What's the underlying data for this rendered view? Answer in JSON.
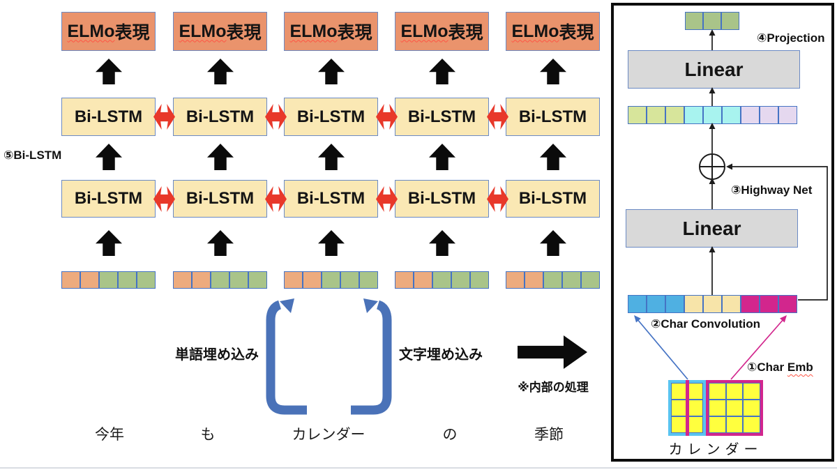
{
  "labels": {
    "elmo_en": "ELMo",
    "elmo_ja": "表現",
    "bilstm": "Bi-LSTM",
    "bilstm_stack": "⑤Bi-LSTM",
    "word_embedding": "単語埋め込み",
    "char_embedding": "文字埋め込み",
    "internal_process": "※内部の処理",
    "linear": "Linear",
    "projection": "④Projection",
    "highway": "③Highway Net",
    "char_convolution": "②Char Convolution",
    "char_emb_prefix": "①Char ",
    "char_emb_word": "Emb",
    "panel_word": "カレンダー"
  },
  "sentence": [
    "今年",
    "も",
    "カレンダー",
    "の",
    "季節"
  ],
  "colors": {
    "orange": "#EDAB7E",
    "green": "#A9C489",
    "yellowgreen": "#D7E59B",
    "cyan": "#A8F3EF",
    "lavender": "#E5D8EF",
    "blue": "#4FB0E2",
    "cream": "#F7E4A9",
    "magenta": "#D2268D",
    "yellow": "#FFFF3E",
    "elmo_fill": "#EA936C",
    "bilstm_fill": "#FAE8B4",
    "linear_fill": "#D9D9D9",
    "red_arrow": "#E8382A",
    "bracket_blue": "#4A72B8",
    "box_border": "#6B8AC4",
    "grid_blue_border": "#59C4F1"
  },
  "strips": {
    "word": [
      "orange",
      "orange",
      "green",
      "green",
      "green"
    ],
    "projection": [
      "green",
      "green",
      "green"
    ],
    "highway": [
      "yellowgreen",
      "yellowgreen",
      "yellowgreen",
      "cyan",
      "cyan",
      "cyan",
      "lavender",
      "lavender",
      "lavender"
    ],
    "conv": [
      "blue",
      "blue",
      "blue",
      "cream",
      "cream",
      "cream",
      "magenta",
      "magenta",
      "magenta"
    ]
  },
  "char_grid": {
    "left": [
      "yellow",
      "yellow",
      "yellow",
      "yellow",
      "yellow",
      "yellow"
    ],
    "right": [
      "yellow",
      "yellow",
      "yellow",
      "yellow",
      "yellow",
      "yellow",
      "yellow",
      "yellow",
      "yellow"
    ]
  }
}
